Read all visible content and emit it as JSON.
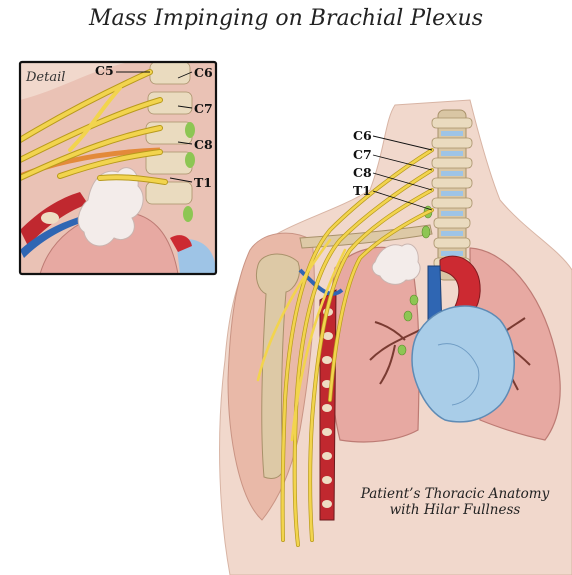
{
  "title": "Mass Impinging on Brachial Plexus",
  "detail_label": "Detail",
  "detail_nerve_labels": [
    "C5",
    "C6",
    "C7",
    "C8",
    "T1"
  ],
  "main_nerve_labels": [
    "C6",
    "C7",
    "C8",
    "T1"
  ],
  "caption_line1": "Patient’s Thoracic Anatomy",
  "caption_line2": "with Hilar Fullness",
  "colors": {
    "nerve": "#f2d44e",
    "nerve_outline": "#b89a1c",
    "lung": "#e7a9a2",
    "heart": "#a9cde8",
    "skin": "#f1d8cc",
    "bone": "#d9c6a4",
    "mass": "#f3ecea",
    "artery": "#cc2a32",
    "vein": "#2f66b3",
    "lymph_node": "#8dc653"
  }
}
